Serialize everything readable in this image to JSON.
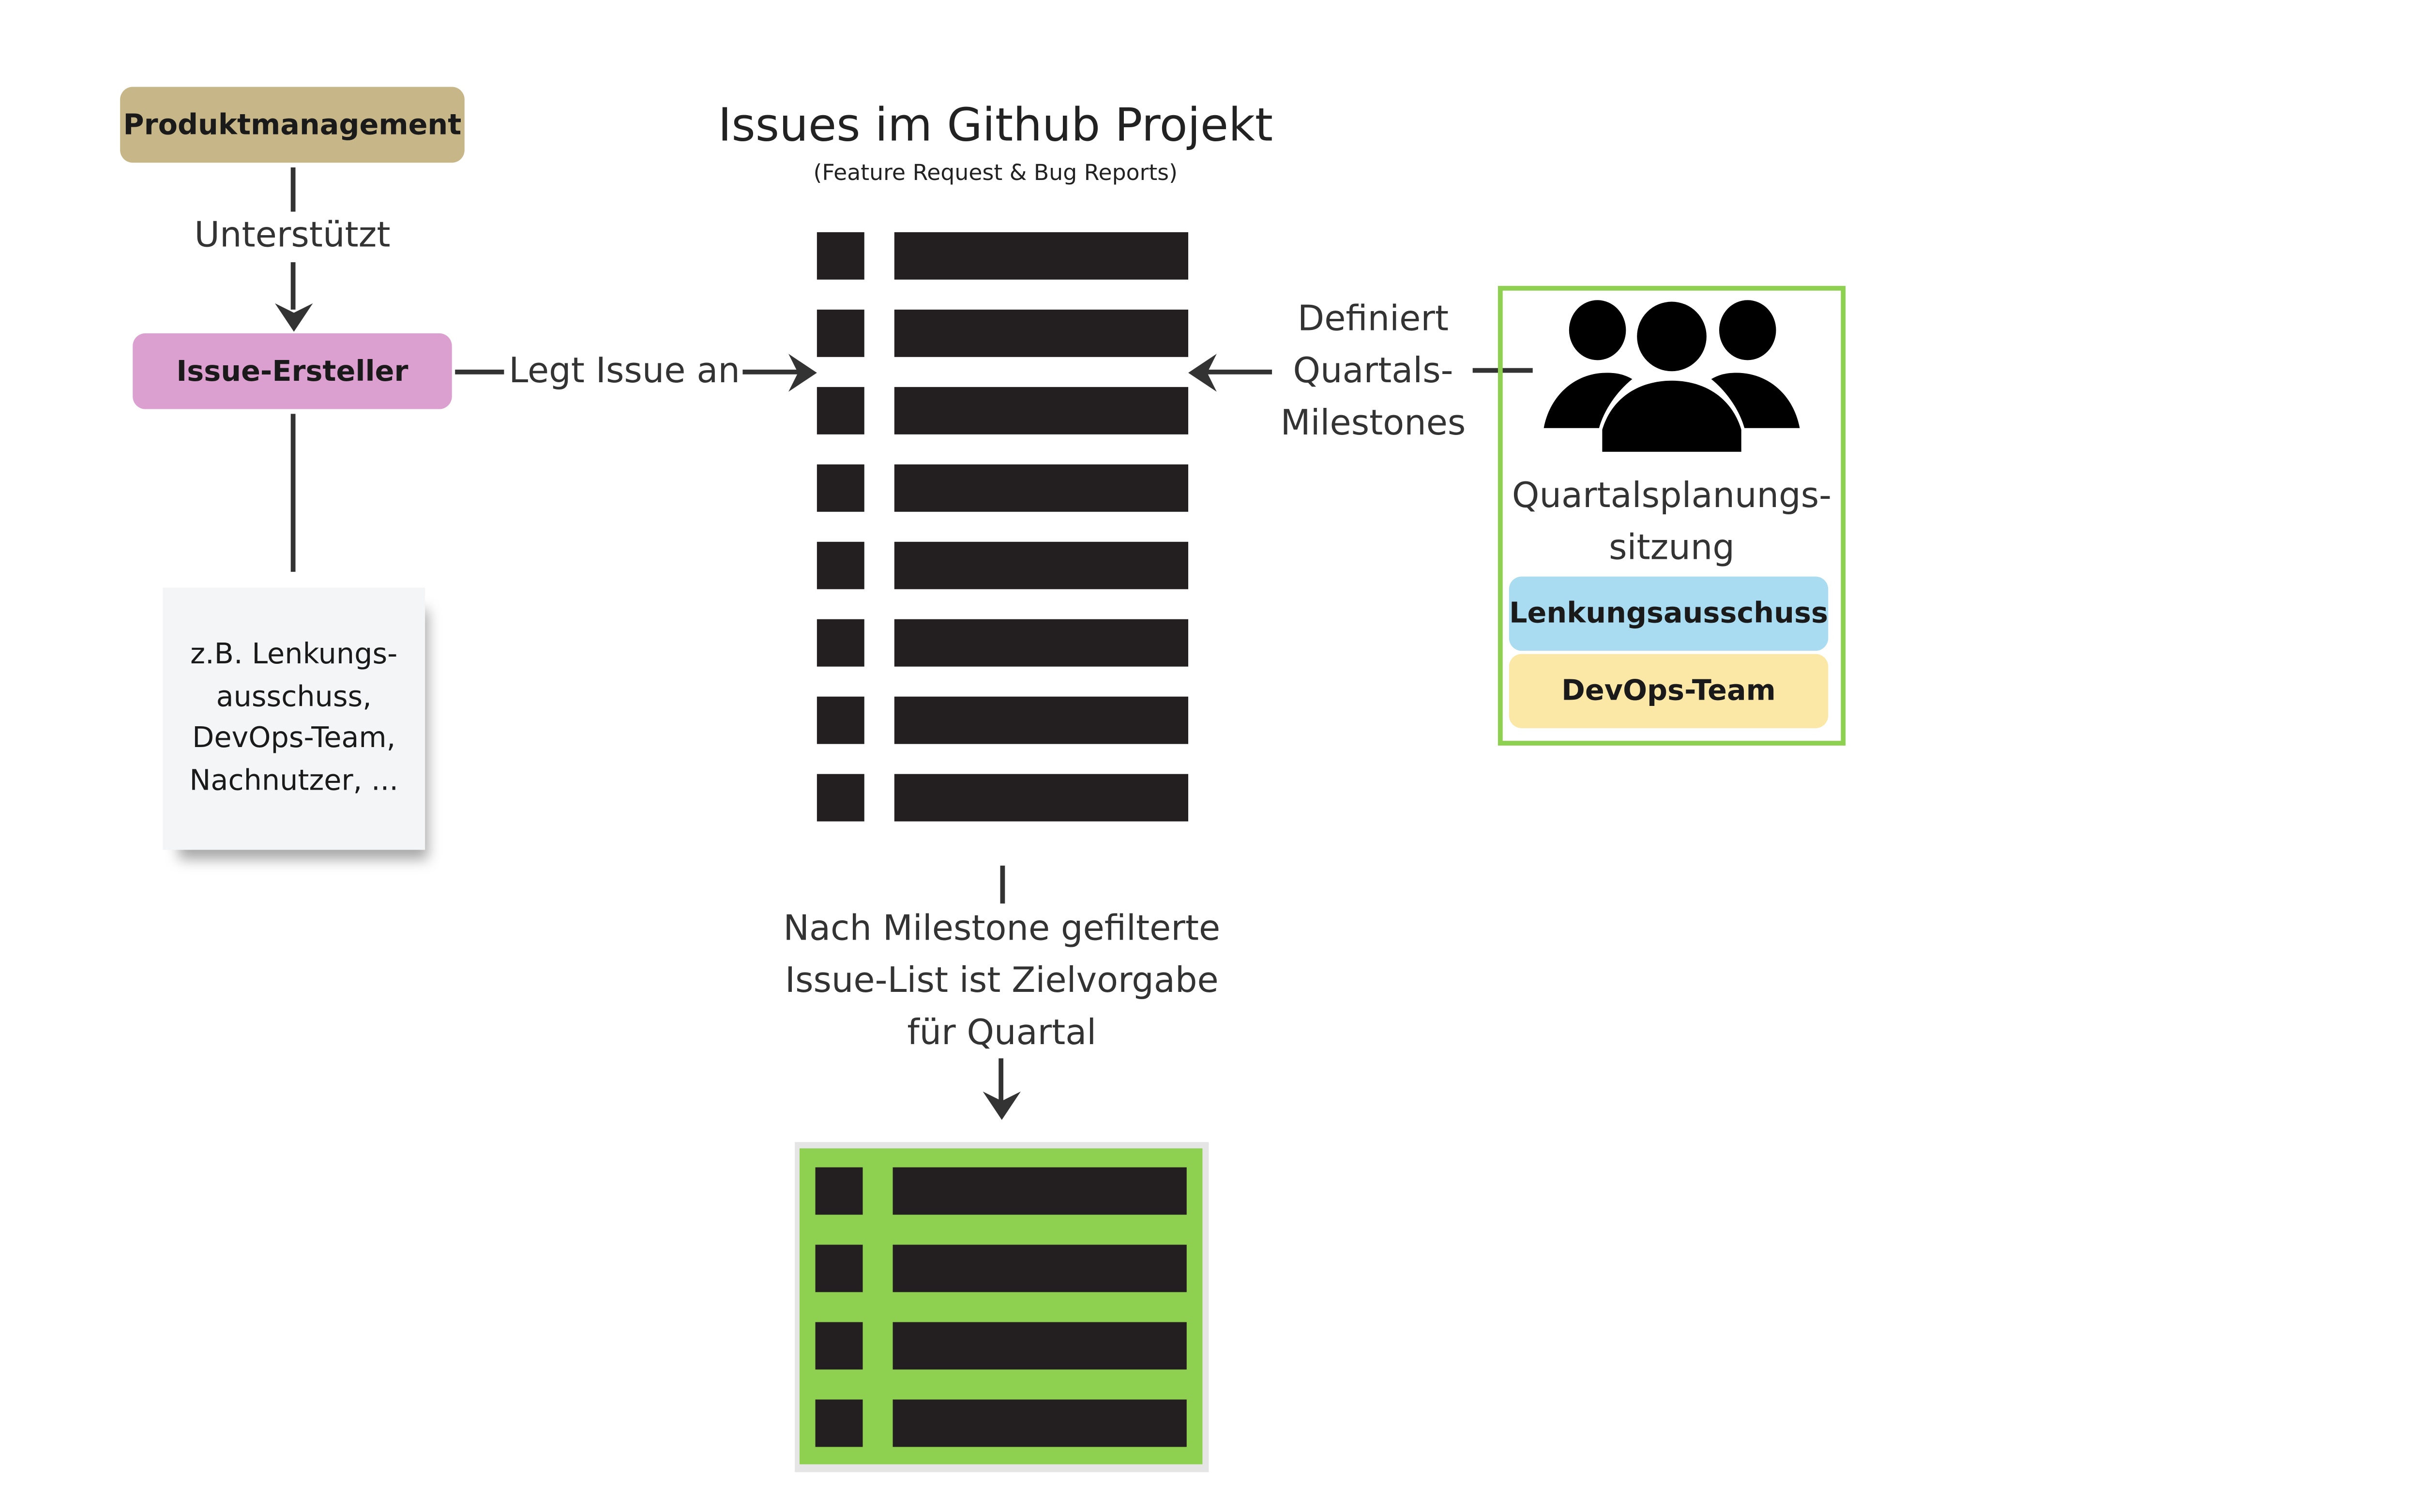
{
  "nodes": {
    "produktmanagement": {
      "label": "Produktmanagement",
      "color": "#c7b788"
    },
    "issue_ersteller": {
      "label": "Issue-Ersteller",
      "color": "#dca0d0"
    },
    "lenkungsausschuss": {
      "label": "Lenkungsausschuss",
      "color": "#a9dcf1"
    },
    "devops_team": {
      "label": "DevOps-Team",
      "color": "#fbe8a6"
    }
  },
  "edges": {
    "unterstuetzt": "Unterstützt",
    "legt_issue_an": "Legt Issue an",
    "definiert_line1": "Definiert",
    "definiert_line2": "Quartals-",
    "definiert_line3": "Milestones",
    "filter_line1": "Nach Milestone gefilterte",
    "filter_line2": "Issue-List ist Zielvorgabe",
    "filter_line3": "für Quartal"
  },
  "sticky_note": {
    "line1": "z.B. Lenkungs-",
    "line2": "ausschuss,",
    "line3": "DevOps-Team,",
    "line4": "Nachnutzer, ..."
  },
  "issues_list": {
    "title": "Issues im Github Projekt",
    "subtitle": "(Feature Request & Bug Reports)",
    "row_count": 8
  },
  "meeting": {
    "icon": "group-people-icon",
    "label_line1": "Quartalsplanungs-",
    "label_line2": "sitzung",
    "border_color": "#8ed04f"
  },
  "filtered_list": {
    "row_count": 4,
    "background_color": "#8ed04f"
  }
}
